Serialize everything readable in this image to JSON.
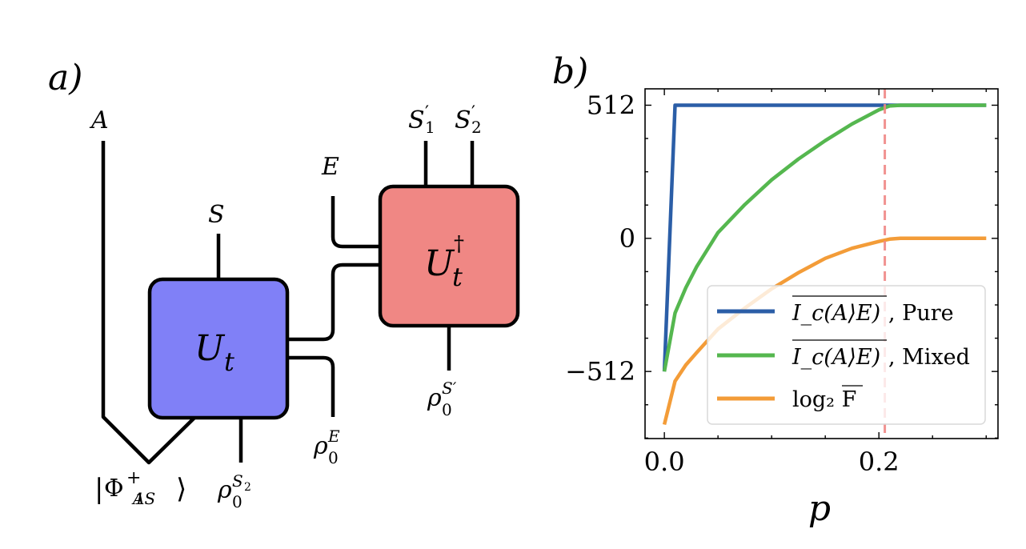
{
  "panel_a": {
    "label": "a)",
    "gates": {
      "forward": {
        "symbol": "U",
        "subscript": "t",
        "color": "#8080f7"
      },
      "inverse": {
        "symbol": "U",
        "subscript": "t",
        "superscript": "†",
        "color": "#f08784"
      }
    },
    "wire_labels": {
      "A": "A",
      "S": "S",
      "E": "E",
      "S1p": {
        "base": "S",
        "prime": "′",
        "sub": "1"
      },
      "S2p": {
        "base": "S",
        "prime": "′",
        "sub": "2"
      },
      "bell_state": {
        "open": "|",
        "base": "Φ",
        "sup": "+",
        "sub": "AS",
        "subsub": "1",
        "close": "⟩"
      },
      "rho_S2": {
        "base": "ρ",
        "sub": "0",
        "sup": "S",
        "supsub": "2"
      },
      "rho_E": {
        "base": "ρ",
        "sub": "0",
        "sup": "E"
      },
      "rho_Sp": {
        "base": "ρ",
        "sub": "0",
        "sup": "S′"
      }
    }
  },
  "chart_data": {
    "type": "line",
    "panel_label": "b)",
    "title": "",
    "xlabel": "p",
    "ylabel": "",
    "xlim": [
      -0.018,
      0.311
    ],
    "ylim": [
      -770,
      575
    ],
    "xticks": [
      0.0,
      0.2
    ],
    "xtick_labels": [
      "0.0",
      "0.2"
    ],
    "x_minor_step": 0.05,
    "yticks": [
      512,
      0,
      -512
    ],
    "ytick_labels": [
      "512",
      "0",
      "−512"
    ],
    "y_minor_step": 128,
    "grid": false,
    "vline": {
      "x": 0.2055,
      "style": "dashed",
      "color": "#f08784"
    },
    "legend": {
      "position": "lower-right",
      "entries": [
        {
          "label_math": "I_c(A⟩E)",
          "label_suffix": ", Pure"
        },
        {
          "label_math": "I_c(A⟩E)",
          "label_suffix": ", Mixed"
        },
        {
          "label_math": "log₂ F",
          "label_suffix": ""
        }
      ]
    },
    "series": [
      {
        "name": "Ic(A>E) Pure",
        "color": "#2b5ea7",
        "x": [
          0.0,
          0.01,
          0.05,
          0.1,
          0.15,
          0.2,
          0.21,
          0.25,
          0.3
        ],
        "y": [
          -512,
          512,
          512,
          512,
          512,
          512,
          512,
          512,
          512
        ]
      },
      {
        "name": "Ic(A>E) Mixed",
        "color": "#55b74f",
        "x": [
          0.0,
          0.01,
          0.02,
          0.03,
          0.05,
          0.075,
          0.1,
          0.125,
          0.15,
          0.175,
          0.2,
          0.21,
          0.22,
          0.25,
          0.3
        ],
        "y": [
          -512,
          -287,
          -190,
          -110,
          22,
          130,
          225,
          305,
          376,
          440,
          494,
          509,
          512,
          512,
          512
        ]
      },
      {
        "name": "log2 F",
        "color": "#f39c38",
        "x": [
          0.0,
          0.01,
          0.02,
          0.03,
          0.05,
          0.075,
          0.1,
          0.125,
          0.15,
          0.175,
          0.2,
          0.21,
          0.22,
          0.25,
          0.3
        ],
        "y": [
          -716,
          -549,
          -487,
          -440,
          -349,
          -268,
          -194,
          -132,
          -77,
          -38,
          -12,
          -3,
          0,
          0,
          0
        ]
      }
    ]
  }
}
